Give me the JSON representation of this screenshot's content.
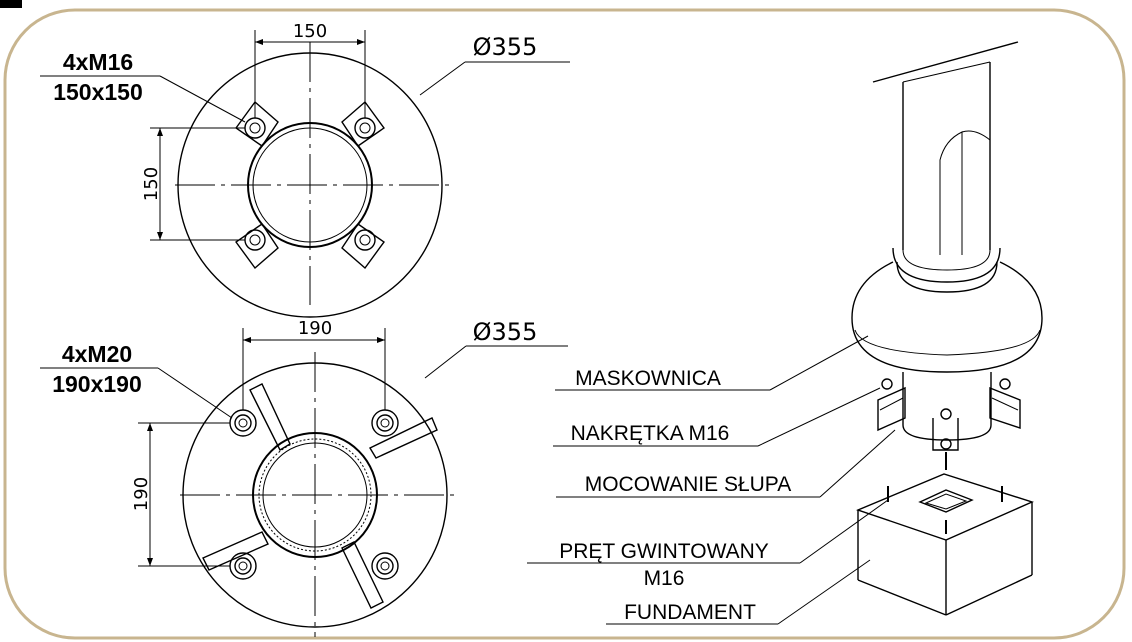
{
  "colors": {
    "frame": "#c8b58f",
    "line": "#000000",
    "background": "#ffffff"
  },
  "top_view": {
    "dim_horizontal": "150",
    "dim_vertical": "150",
    "diameter": "Ø355",
    "bolts": "4xM16",
    "bolt_spacing": "150x150"
  },
  "bottom_view": {
    "dim_horizontal": "190",
    "dim_vertical": "190",
    "diameter": "Ø355",
    "bolts": "4xM20",
    "bolt_spacing": "190x190"
  },
  "iso_view": {
    "labels": {
      "maskownica": "MASKOWNICA",
      "nakretka": "NAKRĘTKA M16",
      "mocowanie": "MOCOWANIE SŁUPA",
      "pret_line1": "PRĘT GWINTOWANY",
      "pret_line2": "M16",
      "fundament": "FUNDAMENT"
    }
  }
}
